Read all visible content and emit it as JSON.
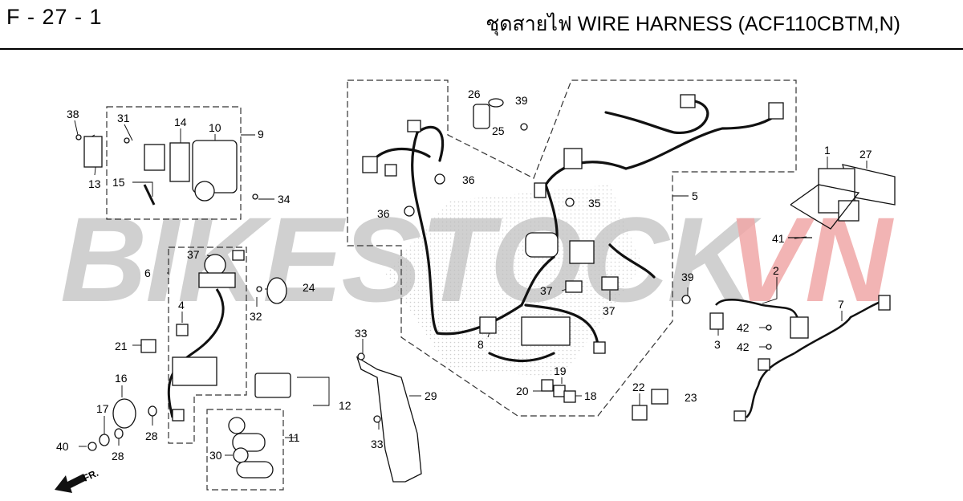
{
  "header": {
    "page_code": "F - 27 - 1",
    "title": "ชุดสายไฟ  WIRE HARNESS (ACF110CBTM,N)"
  },
  "watermark": {
    "text_a": "BIKESTOCK",
    "text_b": "VN",
    "color_a": "#c8c8c8",
    "color_b": "#f0a8a8"
  },
  "diagram": {
    "front_indicator": "FR.",
    "callouts": [
      {
        "id": "c38",
        "label": "38"
      },
      {
        "id": "c31",
        "label": "31"
      },
      {
        "id": "c14",
        "label": "14"
      },
      {
        "id": "c10",
        "label": "10"
      },
      {
        "id": "c9",
        "label": "9"
      },
      {
        "id": "c13",
        "label": "13"
      },
      {
        "id": "c15",
        "label": "15"
      },
      {
        "id": "c34",
        "label": "34"
      },
      {
        "id": "c26",
        "label": "26"
      },
      {
        "id": "c39a",
        "label": "39"
      },
      {
        "id": "c25",
        "label": "25"
      },
      {
        "id": "c36a",
        "label": "36"
      },
      {
        "id": "c36b",
        "label": "36"
      },
      {
        "id": "c35",
        "label": "35"
      },
      {
        "id": "c5",
        "label": "5"
      },
      {
        "id": "c1",
        "label": "1"
      },
      {
        "id": "c27",
        "label": "27"
      },
      {
        "id": "c41",
        "label": "41"
      },
      {
        "id": "c6",
        "label": "6"
      },
      {
        "id": "c37a",
        "label": "37"
      },
      {
        "id": "c24",
        "label": "24"
      },
      {
        "id": "c32",
        "label": "32"
      },
      {
        "id": "c4",
        "label": "4"
      },
      {
        "id": "c21",
        "label": "21"
      },
      {
        "id": "c37b",
        "label": "37"
      },
      {
        "id": "c37c",
        "label": "37"
      },
      {
        "id": "c39b",
        "label": "39"
      },
      {
        "id": "c2",
        "label": "2"
      },
      {
        "id": "c7",
        "label": "7"
      },
      {
        "id": "c42a",
        "label": "42"
      },
      {
        "id": "c42b",
        "label": "42"
      },
      {
        "id": "c3",
        "label": "3"
      },
      {
        "id": "c33a",
        "label": "33"
      },
      {
        "id": "c8",
        "label": "8"
      },
      {
        "id": "c19",
        "label": "19"
      },
      {
        "id": "c20",
        "label": "20"
      },
      {
        "id": "c18",
        "label": "18"
      },
      {
        "id": "c22",
        "label": "22"
      },
      {
        "id": "c23",
        "label": "23"
      },
      {
        "id": "c16",
        "label": "16"
      },
      {
        "id": "c17",
        "label": "17"
      },
      {
        "id": "c28a",
        "label": "28"
      },
      {
        "id": "c28b",
        "label": "28"
      },
      {
        "id": "c40",
        "label": "40"
      },
      {
        "id": "c12",
        "label": "12"
      },
      {
        "id": "c11",
        "label": "11"
      },
      {
        "id": "c30",
        "label": "30"
      },
      {
        "id": "c29",
        "label": "29"
      },
      {
        "id": "c33b",
        "label": "33"
      }
    ]
  }
}
